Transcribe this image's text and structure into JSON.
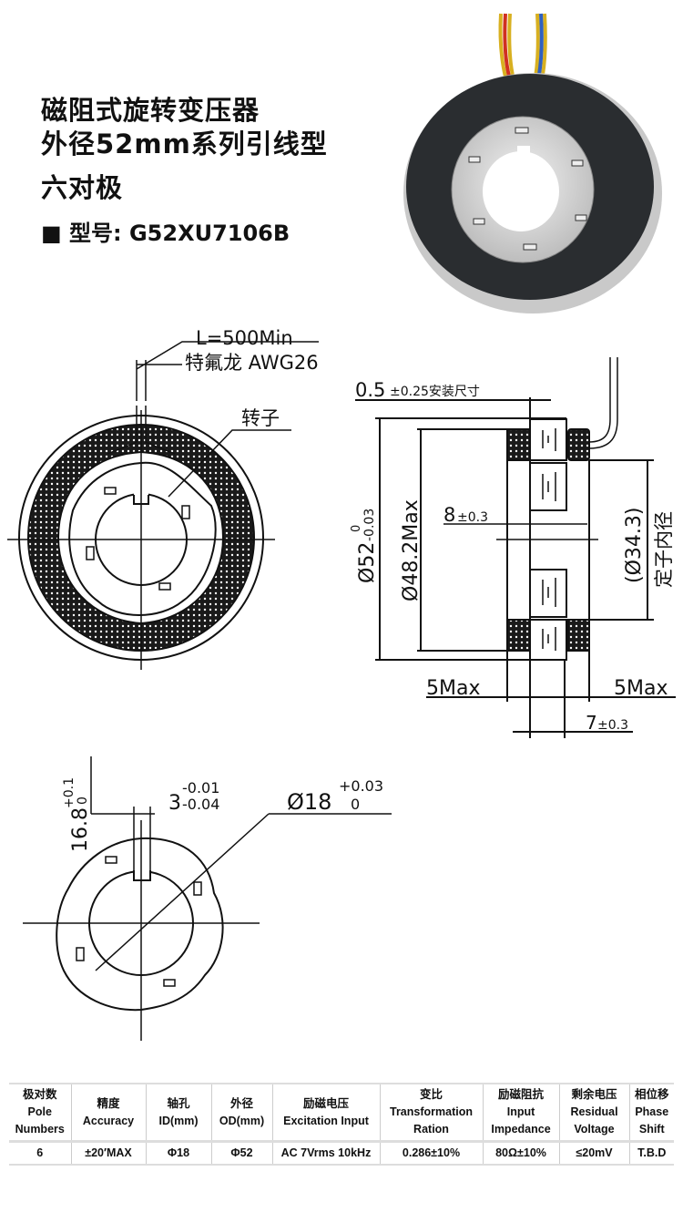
{
  "header": {
    "title_lines": [
      "磁阻式旋转变压器",
      "外径52mm系列引线型",
      "六对极"
    ],
    "model_label": "■ 型号: G52XU7106B"
  },
  "front_view": {
    "lead_length": "L=500Min",
    "wire_spec": "特氟龙 AWG26",
    "rotor_label": "转子"
  },
  "side_view": {
    "mount_dim": "0.5",
    "mount_tol": "±0.25安装尺寸",
    "od_dim": "Ø52",
    "od_tol_upper": "0",
    "od_tol_lower": "-0.03",
    "max_dia": "Ø48.2Max",
    "width_dim": "8",
    "width_tol": "±0.3",
    "stator_id": "(Ø34.3)",
    "stator_id_label": "定子内径",
    "left_max": "5Max",
    "right_max": "5Max",
    "thickness_dim": "7",
    "thickness_tol": "±0.3"
  },
  "rotor_view": {
    "key_height": "16.8",
    "key_height_tol_upper": "+0.1",
    "key_height_tol_lower": "0",
    "key_width": "3",
    "key_width_tol_upper": "-0.01",
    "key_width_tol_lower": "-0.04",
    "bore": "Ø18",
    "bore_tol_upper": "+0.03",
    "bore_tol_lower": "0"
  },
  "spec_table": {
    "headers": [
      [
        "极对数",
        "Pole",
        "Numbers"
      ],
      [
        "精度",
        "Accuracy"
      ],
      [
        "轴孔",
        "ID(mm)"
      ],
      [
        "外径",
        "OD(mm)"
      ],
      [
        "励磁电压",
        "Excitation Input"
      ],
      [
        "变比",
        "Transformation",
        "Ration"
      ],
      [
        "励磁阻抗",
        "Input",
        "Impedance"
      ],
      [
        "剩余电压",
        "Residual",
        "Voltage"
      ],
      [
        "相位移",
        "Phase",
        "Shift"
      ]
    ],
    "row": [
      "6",
      "±20′MAX",
      "Φ18",
      "Φ52",
      "AC 7Vrms 10kHz",
      "0.286±10%",
      "80Ω±10%",
      "≤20mV",
      "T.B.D"
    ]
  }
}
